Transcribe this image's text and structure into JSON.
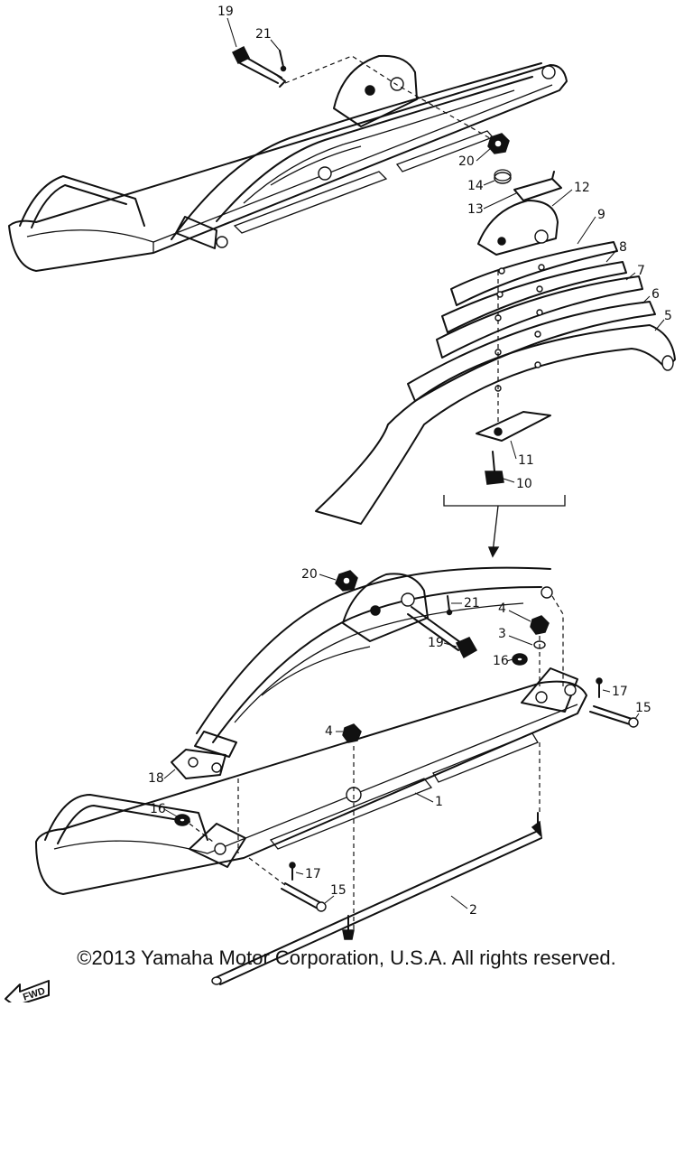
{
  "diagram": {
    "callouts": [
      "1",
      "2",
      "3",
      "4",
      "5",
      "6",
      "7",
      "8",
      "9",
      "10",
      "11",
      "12",
      "13",
      "14",
      "15",
      "16",
      "17",
      "18",
      "19",
      "20",
      "21"
    ],
    "direction_label": "FWD"
  },
  "footer": {
    "copyright": "©2013 Yamaha Motor Corporation, U.S.A. All rights reserved."
  }
}
